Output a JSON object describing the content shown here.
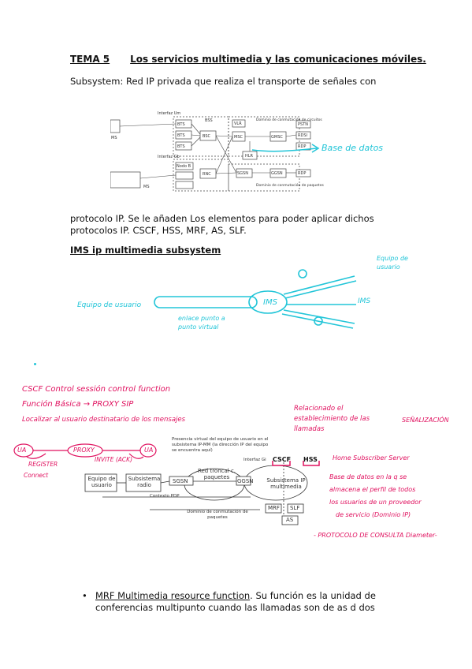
{
  "header": {
    "tema": "TEMA 5",
    "title": "Los servicios multimedia y las comunicaciones móviles."
  },
  "intro_line": "Subsystem: Red IP privada que realiza el transporte de señales con",
  "diagram1": {
    "labels": {
      "interfaz_um": "Interfaz Um",
      "interfaz_gb": "Interfaz Gb",
      "bts": "BTS",
      "bsc": "BSC",
      "bss": "BSS",
      "ms": "MS",
      "msc": "MSC",
      "vlr": "VLR",
      "gmsc": "GMSC",
      "hlr": "HLR",
      "pstn": "PSTN",
      "isdn": "RDSI",
      "pdn": "RDP",
      "sgsn": "SGSN",
      "ggsn": "GGSN",
      "nodo_b": "Nodo B",
      "rnc": "RNC",
      "dominio_circuitos": "Dominio de conmutación de circuitos",
      "dominio_paquetes": "Dominio de conmutación de paquetes"
    },
    "annotation": "Base de datos"
  },
  "paragraph2_line1": "protocolo IP.  Se le añaden Los elementos para poder aplicar dichos",
  "paragraph2_line2": "protocolos IP. CSCF, HSS, MRF, AS, SLF.",
  "ims_heading": "IMS ip multimedia subsystem",
  "ims_sketch": {
    "equipo_usuario_left": "Equipo de usuario",
    "enlace": "enlace punto a punto virtual",
    "ims_center": "IMS",
    "ims_right": "IMS",
    "equipo_usuario_right": "Equipo de usuario"
  },
  "cscf_notes": {
    "line1": "CSCF Control sessión control function",
    "line2": "Función Básica → PROXY SIP",
    "line3": "Localizar al usuario destinatario de los mensajes",
    "ua_left": "UA",
    "proxy": "PROXY",
    "ua_right": "UA",
    "register": "REGISTER",
    "invite": "INVITE (ACK)",
    "connect": "Connect"
  },
  "diagram2": {
    "presencia": "Presencia virtual del equipo de usuario en el subsistema IP-MM (la dirección IP del equipo se encuentra aquí)",
    "interfaz": "Interfaz Gi",
    "equipo": "Equipo de usuario",
    "subsistema_radio": "Subsistema radio",
    "red_troncal": "Red troncal c. paquetes",
    "sgsn": "SGSN",
    "ggsn": "GGSN",
    "subsistema_ip": "Subsistema IP multimedia",
    "cscf": "CSCF",
    "hss": "HSS",
    "mrf": "MRF",
    "slf": "SLF",
    "as": "AS",
    "contexto": "Contexto PDP",
    "dominio": "Dominio de conmutación de paquetes"
  },
  "right_notes": {
    "relacionado": "Relacionado el establecimiento de las llamadas",
    "senalizacion": "SEÑALIZACIÓN",
    "hss_note": "Home Subscriber Server",
    "hss_desc1": "Base de datos en la q se",
    "hss_desc2": "almacena el perfil de todos",
    "hss_desc3": "los usuarios de un proveedor",
    "hss_desc4": "de servicio (Dominio IP)",
    "protocolo": "- PROTOCOLO DE CONSULTA Diameter-"
  },
  "bullet": {
    "term": "MRF Multimedia resource function",
    "line1_rest": ". Su función es la unidad de",
    "line2": "conferencias multipunto cuando las llamadas son de as d dos"
  },
  "colors": {
    "annotation_blue": "#22c5d8",
    "annotation_red": "#e0115f"
  }
}
